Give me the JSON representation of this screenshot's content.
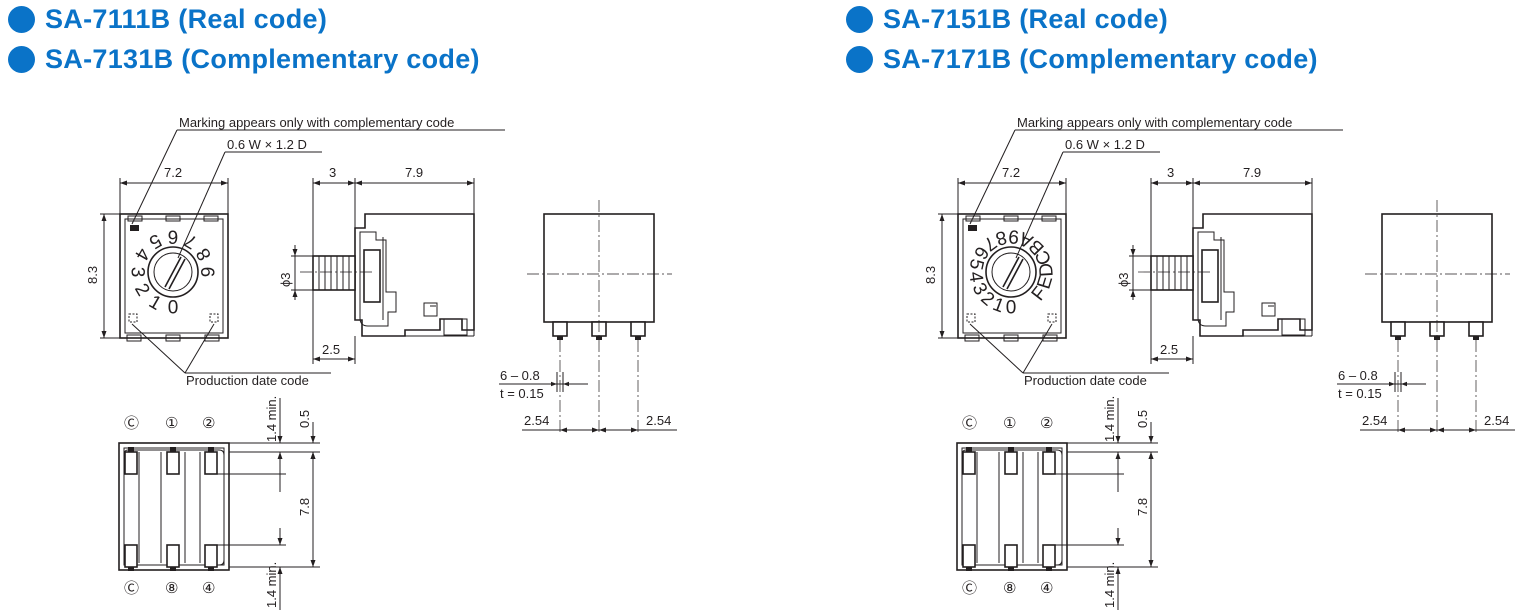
{
  "colors": {
    "accent": "#0a73c8",
    "ink": "#231f20"
  },
  "panels": [
    {
      "heading1": "SA-7111B (Real code)",
      "heading2": "SA-7131B (Complementary code)",
      "marking_note": "Marking appears only with complementary code",
      "dim_window": "0.6 W × 1.2 D",
      "dim_width": "7.2",
      "dim_height": "8.3",
      "dim_side_a": "3",
      "dim_side_b": "7.9",
      "dim_shaft": "ϕ3",
      "dim_offset": "2.5",
      "date_code": "Production date code",
      "dim_pin": "6 – 0.8",
      "dim_thickness": "t = 0.15",
      "dim_pitch_l": "2.54",
      "dim_pitch_r": "2.54",
      "dim_min_top": "1.4 min.",
      "dim_gap": "0.5",
      "dim_span": "7.8",
      "dim_min_bottom": "1.4 min.",
      "pins_top": [
        "Ⓒ",
        "①",
        "②"
      ],
      "pins_bottom": [
        "Ⓒ",
        "⑧",
        "④"
      ],
      "dial": [
        "0",
        "1",
        "2",
        "3",
        "4",
        "5",
        "6",
        "7",
        "8",
        "9"
      ]
    },
    {
      "heading1": "SA-7151B (Real code)",
      "heading2": "SA-7171B (Complementary code)",
      "marking_note": "Marking appears only with complementary code",
      "dim_window": "0.6 W × 1.2 D",
      "dim_width": "7.2",
      "dim_height": "8.3",
      "dim_side_a": "3",
      "dim_side_b": "7.9",
      "dim_shaft": "ϕ3",
      "dim_offset": "2.5",
      "date_code": "Production date code",
      "dim_pin": "6 – 0.8",
      "dim_thickness": "t = 0.15",
      "dim_pitch_l": "2.54",
      "dim_pitch_r": "2.54",
      "dim_min_top": "1.4 min.",
      "dim_gap": "0.5",
      "dim_span": "7.8",
      "dim_min_bottom": "1.4 min.",
      "pins_top": [
        "Ⓒ",
        "①",
        "②"
      ],
      "pins_bottom": [
        "Ⓒ",
        "⑧",
        "④"
      ],
      "dial": [
        "0",
        "1",
        "2",
        "3",
        "4",
        "5",
        "6",
        "7",
        "8",
        "9",
        "A",
        "B",
        "C",
        "D",
        "E",
        "F"
      ]
    }
  ]
}
